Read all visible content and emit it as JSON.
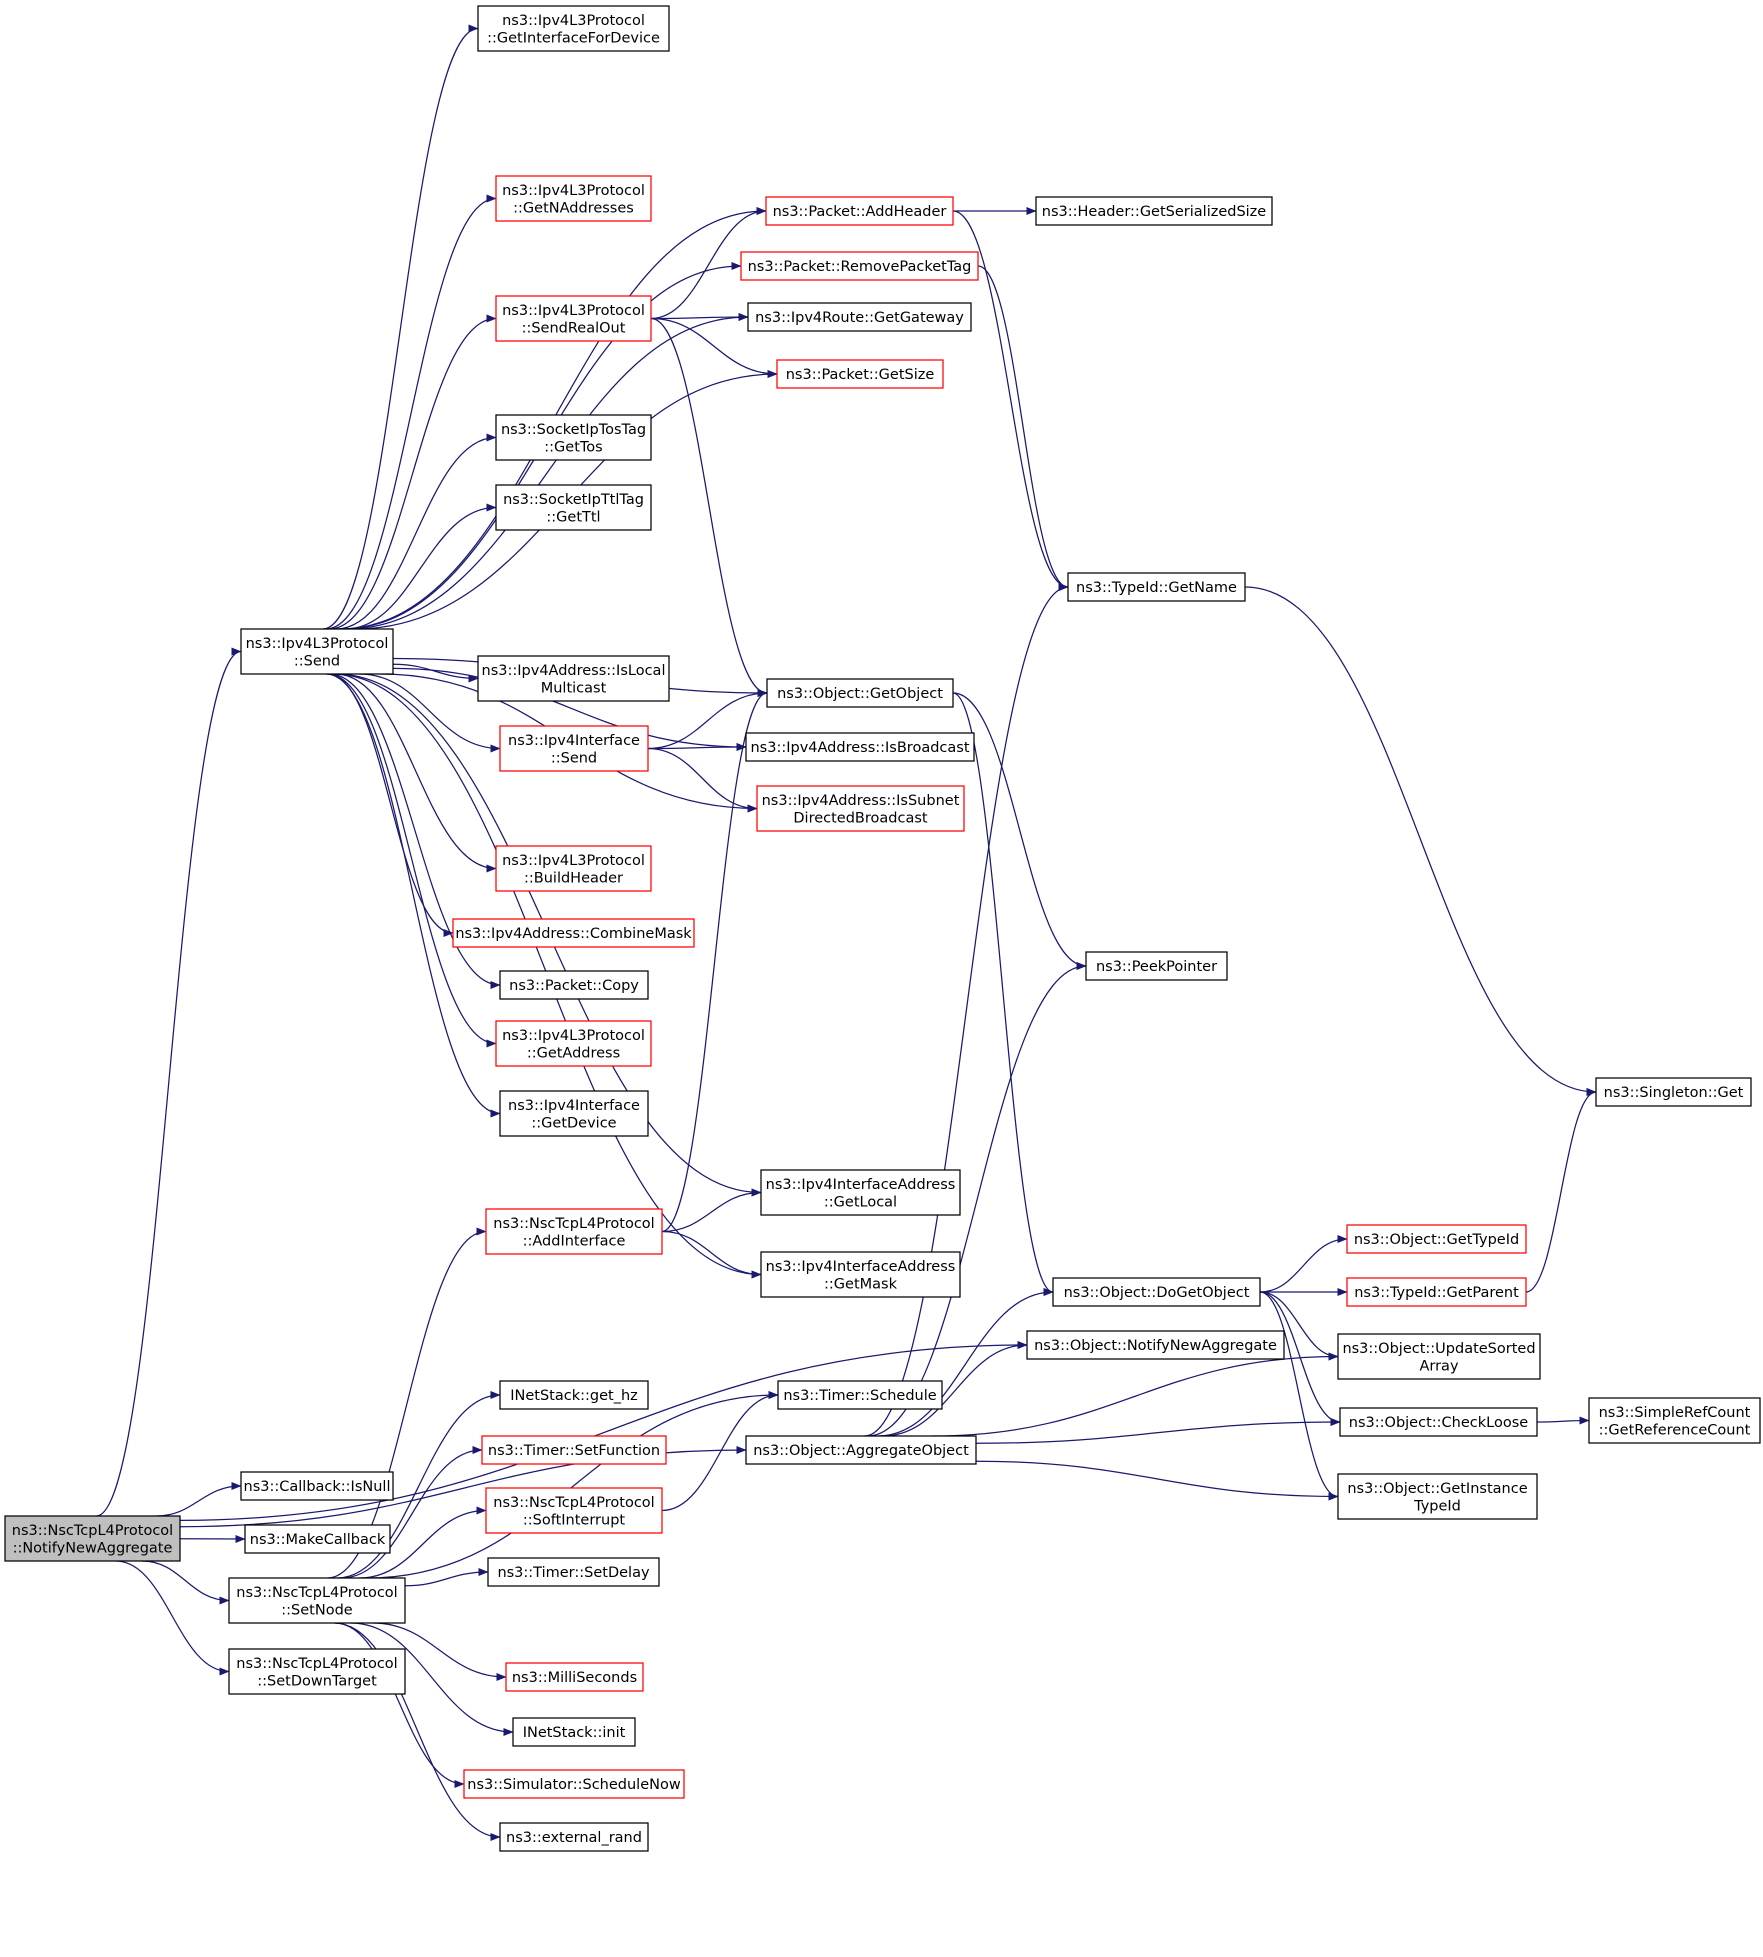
{
  "colors": {
    "edge": "#191970",
    "node_border": "#000000",
    "node_border_red": "#ff0000",
    "root_fill": "#bfbfbf"
  },
  "nodes": [
    {
      "id": "root",
      "lines": [
        "ns3::NscTcpL4Protocol",
        "::NotifyNewAggregate"
      ],
      "style": "root"
    },
    {
      "id": "send",
      "lines": [
        "ns3::Ipv4L3Protocol",
        "::Send"
      ],
      "style": "black"
    },
    {
      "id": "isnull",
      "lines": [
        "ns3::Callback::IsNull"
      ],
      "style": "black"
    },
    {
      "id": "makecb",
      "lines": [
        "ns3::MakeCallback"
      ],
      "style": "black"
    },
    {
      "id": "setnode",
      "lines": [
        "ns3::NscTcpL4Protocol",
        "::SetNode"
      ],
      "style": "black"
    },
    {
      "id": "setdown",
      "lines": [
        "ns3::NscTcpL4Protocol",
        "::SetDownTarget"
      ],
      "style": "black"
    },
    {
      "id": "getifdev",
      "lines": [
        "ns3::Ipv4L3Protocol",
        "::GetInterfaceForDevice"
      ],
      "style": "black"
    },
    {
      "id": "getnaddr",
      "lines": [
        "ns3::Ipv4L3Protocol",
        "::GetNAddresses"
      ],
      "style": "red"
    },
    {
      "id": "sendreal",
      "lines": [
        "ns3::Ipv4L3Protocol",
        "::SendRealOut"
      ],
      "style": "red"
    },
    {
      "id": "gettos",
      "lines": [
        "ns3::SocketIpTosTag",
        "::GetTos"
      ],
      "style": "black"
    },
    {
      "id": "getttl",
      "lines": [
        "ns3::SocketIpTtlTag",
        "::GetTtl"
      ],
      "style": "black"
    },
    {
      "id": "islocalmc",
      "lines": [
        "ns3::Ipv4Address::IsLocal",
        "Multicast"
      ],
      "style": "black"
    },
    {
      "id": "ifsend",
      "lines": [
        "ns3::Ipv4Interface",
        "::Send"
      ],
      "style": "red"
    },
    {
      "id": "buildhdr",
      "lines": [
        "ns3::Ipv4L3Protocol",
        "::BuildHeader"
      ],
      "style": "red"
    },
    {
      "id": "combmask",
      "lines": [
        "ns3::Ipv4Address::CombineMask"
      ],
      "style": "red"
    },
    {
      "id": "pktcopy",
      "lines": [
        "ns3::Packet::Copy"
      ],
      "style": "black"
    },
    {
      "id": "getaddr",
      "lines": [
        "ns3::Ipv4L3Protocol",
        "::GetAddress"
      ],
      "style": "red"
    },
    {
      "id": "getdev",
      "lines": [
        "ns3::Ipv4Interface",
        "::GetDevice"
      ],
      "style": "black"
    },
    {
      "id": "addif",
      "lines": [
        "ns3::NscTcpL4Protocol",
        "::AddInterface"
      ],
      "style": "red"
    },
    {
      "id": "gethz",
      "lines": [
        "INetStack::get_hz"
      ],
      "style": "black"
    },
    {
      "id": "setfunc",
      "lines": [
        "ns3::Timer::SetFunction"
      ],
      "style": "red"
    },
    {
      "id": "softint",
      "lines": [
        "ns3::NscTcpL4Protocol",
        "::SoftInterrupt"
      ],
      "style": "red"
    },
    {
      "id": "setdelay",
      "lines": [
        "ns3::Timer::SetDelay"
      ],
      "style": "black"
    },
    {
      "id": "millis",
      "lines": [
        "ns3::MilliSeconds"
      ],
      "style": "red"
    },
    {
      "id": "init",
      "lines": [
        "INetStack::init"
      ],
      "style": "black"
    },
    {
      "id": "schednow",
      "lines": [
        "ns3::Simulator::ScheduleNow"
      ],
      "style": "red"
    },
    {
      "id": "extrand",
      "lines": [
        "ns3::external_rand"
      ],
      "style": "black"
    },
    {
      "id": "addhdr",
      "lines": [
        "ns3::Packet::AddHeader"
      ],
      "style": "red"
    },
    {
      "id": "rmtag",
      "lines": [
        "ns3::Packet::RemovePacketTag"
      ],
      "style": "red"
    },
    {
      "id": "getgw",
      "lines": [
        "ns3::Ipv4Route::GetGateway"
      ],
      "style": "black"
    },
    {
      "id": "getsize",
      "lines": [
        "ns3::Packet::GetSize"
      ],
      "style": "red"
    },
    {
      "id": "getobj",
      "lines": [
        "ns3::Object::GetObject"
      ],
      "style": "black"
    },
    {
      "id": "isbcast",
      "lines": [
        "ns3::Ipv4Address::IsBroadcast"
      ],
      "style": "black"
    },
    {
      "id": "issubnet",
      "lines": [
        "ns3::Ipv4Address::IsSubnet",
        "DirectedBroadcast"
      ],
      "style": "red"
    },
    {
      "id": "getlocal",
      "lines": [
        "ns3::Ipv4InterfaceAddress",
        "::GetLocal"
      ],
      "style": "black"
    },
    {
      "id": "getmask",
      "lines": [
        "ns3::Ipv4InterfaceAddress",
        "::GetMask"
      ],
      "style": "black"
    },
    {
      "id": "schedule",
      "lines": [
        "ns3::Timer::Schedule"
      ],
      "style": "black"
    },
    {
      "id": "aggobj",
      "lines": [
        "ns3::Object::AggregateObject"
      ],
      "style": "black"
    },
    {
      "id": "hdrsize",
      "lines": [
        "ns3::Header::GetSerializedSize"
      ],
      "style": "black"
    },
    {
      "id": "getname",
      "lines": [
        "ns3::TypeId::GetName"
      ],
      "style": "black"
    },
    {
      "id": "peekptr",
      "lines": [
        "ns3::PeekPointer"
      ],
      "style": "black"
    },
    {
      "id": "dogetobj",
      "lines": [
        "ns3::Object::DoGetObject"
      ],
      "style": "black"
    },
    {
      "id": "notifynew",
      "lines": [
        "ns3::Object::NotifyNewAggregate"
      ],
      "style": "black"
    },
    {
      "id": "singleton",
      "lines": [
        "ns3::Singleton::Get"
      ],
      "style": "black"
    },
    {
      "id": "gettypeid",
      "lines": [
        "ns3::Object::GetTypeId"
      ],
      "style": "red"
    },
    {
      "id": "getparent",
      "lines": [
        "ns3::TypeId::GetParent"
      ],
      "style": "red"
    },
    {
      "id": "updsorted",
      "lines": [
        "ns3::Object::UpdateSorted",
        "Array"
      ],
      "style": "black"
    },
    {
      "id": "checkloose",
      "lines": [
        "ns3::Object::CheckLoose"
      ],
      "style": "black"
    },
    {
      "id": "getinst",
      "lines": [
        "ns3::Object::GetInstance",
        "TypeId"
      ],
      "style": "black"
    },
    {
      "id": "refcount",
      "lines": [
        "ns3::SimpleRefCount",
        "::GetReferenceCount"
      ],
      "style": "black"
    }
  ],
  "edges": [
    [
      "root",
      "send"
    ],
    [
      "root",
      "isnull"
    ],
    [
      "root",
      "makecb"
    ],
    [
      "root",
      "setnode"
    ],
    [
      "root",
      "setdown"
    ],
    [
      "root",
      "notifynew"
    ],
    [
      "root",
      "aggobj"
    ],
    [
      "send",
      "getifdev"
    ],
    [
      "send",
      "addhdr"
    ],
    [
      "send",
      "getnaddr"
    ],
    [
      "send",
      "rmtag"
    ],
    [
      "send",
      "getgw"
    ],
    [
      "send",
      "sendreal"
    ],
    [
      "send",
      "getsize"
    ],
    [
      "send",
      "gettos"
    ],
    [
      "send",
      "getttl"
    ],
    [
      "send",
      "getobj"
    ],
    [
      "send",
      "isbcast"
    ],
    [
      "send",
      "islocalmc"
    ],
    [
      "send",
      "ifsend"
    ],
    [
      "send",
      "issubnet"
    ],
    [
      "send",
      "buildhdr"
    ],
    [
      "send",
      "combmask"
    ],
    [
      "send",
      "pktcopy"
    ],
    [
      "send",
      "getaddr"
    ],
    [
      "send",
      "getdev"
    ],
    [
      "send",
      "getlocal"
    ],
    [
      "send",
      "getmask"
    ],
    [
      "sendreal",
      "addhdr"
    ],
    [
      "sendreal",
      "getgw"
    ],
    [
      "sendreal",
      "getsize"
    ],
    [
      "sendreal",
      "getobj"
    ],
    [
      "ifsend",
      "getobj"
    ],
    [
      "ifsend",
      "isbcast"
    ],
    [
      "ifsend",
      "issubnet"
    ],
    [
      "addif",
      "getobj"
    ],
    [
      "addif",
      "getlocal"
    ],
    [
      "addif",
      "getmask"
    ],
    [
      "setnode",
      "addif"
    ],
    [
      "setnode",
      "gethz"
    ],
    [
      "setnode",
      "setfunc"
    ],
    [
      "setnode",
      "softint"
    ],
    [
      "setnode",
      "setdelay"
    ],
    [
      "setnode",
      "millis"
    ],
    [
      "setnode",
      "init"
    ],
    [
      "setnode",
      "schednow"
    ],
    [
      "setnode",
      "extrand"
    ],
    [
      "setnode",
      "schedule"
    ],
    [
      "softint",
      "schedule"
    ],
    [
      "addhdr",
      "hdrsize"
    ],
    [
      "addhdr",
      "getname"
    ],
    [
      "rmtag",
      "getname"
    ],
    [
      "getobj",
      "peekptr"
    ],
    [
      "getobj",
      "dogetobj"
    ],
    [
      "aggobj",
      "getname"
    ],
    [
      "aggobj",
      "peekptr"
    ],
    [
      "aggobj",
      "dogetobj"
    ],
    [
      "aggobj",
      "notifynew"
    ],
    [
      "aggobj",
      "updsorted"
    ],
    [
      "aggobj",
      "checkloose"
    ],
    [
      "aggobj",
      "getinst"
    ],
    [
      "getname",
      "singleton"
    ],
    [
      "dogetobj",
      "gettypeid"
    ],
    [
      "dogetobj",
      "getparent"
    ],
    [
      "dogetobj",
      "updsorted"
    ],
    [
      "dogetobj",
      "checkloose"
    ],
    [
      "dogetobj",
      "getinst"
    ],
    [
      "getparent",
      "singleton"
    ],
    [
      "checkloose",
      "refcount"
    ]
  ]
}
